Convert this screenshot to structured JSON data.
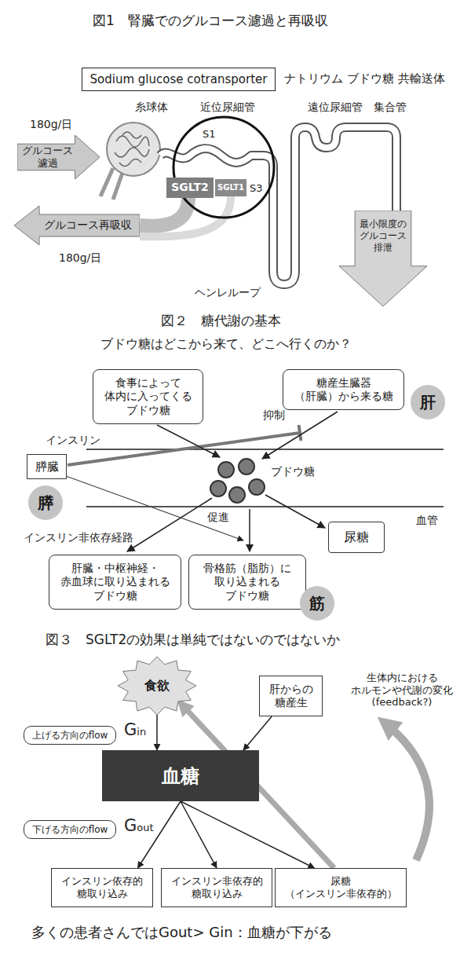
{
  "diagram": {
    "caption": "多くの患者さんではGout> Gin：血糖が下がる",
    "nodes": [
      {
        "text": [
          "Sodium glucose cotransporter"
        ]
      },
      {
        "text": [
          "グルコース 濾過"
        ]
      },
      {
        "text": [
          "SGLT2"
        ]
      },
      {
        "text": [
          "SGLT1"
        ]
      },
      {
        "text": [
          "グルコース再吸収"
        ]
      },
      {
        "text": [
          "最小限度の グルコース 排泄"
        ]
      },
      {
        "text": [
          "食事によって 体内に入ってくる ブドウ糖"
        ]
      },
      {
        "text": [
          "糖産生臓器 （肝臓）から来る糖"
        ]
      },
      {
        "text": [
          "肝"
        ]
      },
      {
        "text": [
          "膵臓"
        ]
      },
      {
        "text": [
          "膵"
        ]
      },
      {
        "text": [
          "尿糖"
        ]
      },
      {
        "text": [
          "肝臓・中枢神経・ 赤血球に取り込まれる ブドウ糖"
        ]
      },
      {
        "text": [
          "骨格筋（脂肪）に 取り込まれる ブドウ糖"
        ]
      },
      {
        "text": [
          "筋"
        ]
      },
      {
        "text": [
          "食欲"
        ]
      },
      {
        "text": [
          "肝からの 糖産生"
        ]
      },
      {
        "text": [
          "上げる方向のflow"
        ]
      },
      {
        "text": [
          "血糖"
        ]
      },
      {
        "text": [
          "下げる方向のflow"
        ]
      },
      {
        "text": [
          "インスリン依存的 糖取り込み"
        ]
      },
      {
        "text": [
          "インスリン非依存的 糖取り込み"
        ]
      },
      {
        "text": [
          "尿糖 （インスリン非依存的）"
        ]
      }
    ],
    "edges": [
      {
        "from": 15,
        "to": 18,
        "arrow": "to"
      },
      {
        "from": 16,
        "to": 18,
        "arrow": "to"
      },
      {
        "from": 18,
        "to": 20,
        "arrow": "to"
      },
      {
        "from": 18,
        "to": 21,
        "arrow": "to"
      },
      {
        "from": 18,
        "to": 22,
        "arrow": "to"
      },
      {
        "from": 22,
        "to": 15,
        "arrow": "to"
      }
    ],
    "labels": [
      "図1　腎臓でのグルコース濾過と再吸収",
      "ナトリウム ブドウ糖 共輸送体",
      "糸球体",
      "近位尿細管",
      "遠位尿細管",
      "集合管",
      "180g/日",
      "S1",
      "S3",
      "180g/日",
      "ヘンレループ",
      "図２　糖代謝の基本",
      "ブドウ糖はどこから来て、どこへ行くのか？",
      "インスリン",
      "抑制",
      "ブドウ糖",
      "血管",
      "促進",
      "インスリン非依存経路",
      "図３　SGLT2の効果は単純ではないのではないか",
      "生体内における ホルモンや代謝の変化 (feedback?)",
      "Gin",
      "Gout"
    ]
  }
}
